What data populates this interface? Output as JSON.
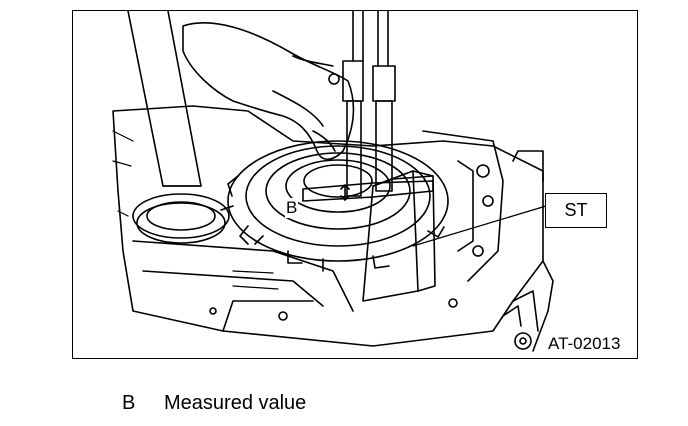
{
  "figure": {
    "callout_st": "ST",
    "label_b": "B",
    "figure_code": "AT-02013"
  },
  "legend": {
    "key": "B",
    "description": "Measured value"
  }
}
